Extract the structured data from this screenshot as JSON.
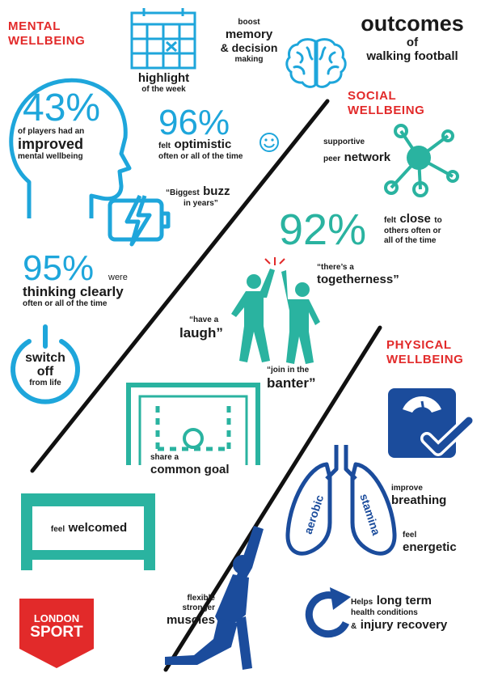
{
  "title": {
    "line1": "outcomes",
    "line2": "of",
    "line3": "walking football"
  },
  "mental": {
    "heading1": "MENTAL",
    "heading2": "WELLBEING",
    "highlight": {
      "line1": "highlight",
      "line2": "of the week"
    },
    "boost": {
      "line1": "boost",
      "line2": "memory",
      "line3": "& decision",
      "line4": "making"
    },
    "improved": {
      "pct": "43%",
      "line1": "of players had an",
      "line2": "improved",
      "line3": "mental wellbeing"
    },
    "optimistic": {
      "pct": "96%",
      "prefix": "felt",
      "word": "optimistic",
      "line2": "often or all of the time"
    },
    "buzz": {
      "pre": "“Biggest",
      "word": "buzz",
      "line2": "in years”"
    },
    "clearly": {
      "pct": "95%",
      "were": "were",
      "line1": "thinking clearly",
      "line2": "often or all of the time"
    },
    "switch": {
      "line1": "switch",
      "line2": "off",
      "line3": "from life"
    }
  },
  "social": {
    "heading1": "SOCIAL",
    "heading2": "WELLBEING",
    "network": {
      "line1": "supportive",
      "pre": "peer",
      "word": "network"
    },
    "close": {
      "pct": "92%",
      "pre": "felt",
      "word": "close",
      "to": "to",
      "line2": "others often or",
      "line3": "all of the time"
    },
    "togetherness": {
      "line1": "“there’s a",
      "line2": "togetherness”"
    },
    "laugh": {
      "line1": "“have a",
      "line2": "laugh”"
    },
    "banter": {
      "line1": "“join in the",
      "line2": "banter”"
    },
    "goal": {
      "line1": "share a",
      "line2": "common goal"
    },
    "welcomed": {
      "pre": "feel",
      "word": "welcomed"
    }
  },
  "physical": {
    "heading1": "PHYSICAL",
    "heading2": "WELLBEING",
    "lung_left": "aerobic",
    "lung_right": "stamina",
    "breathing": {
      "line1": "improve",
      "line2": "breathing"
    },
    "energetic": {
      "line1": "feel",
      "line2": "energetic"
    },
    "muscles": {
      "line1": "flexible",
      "line2": "stronger",
      "line3": "muscles"
    },
    "longterm": {
      "pre": "Helps",
      "word": "long term",
      "line2": "health conditions",
      "amp": "&",
      "line3": "injury recovery"
    }
  },
  "logo": {
    "line1": "LONDON",
    "line2": "SPORT"
  },
  "colors": {
    "mental": "#1ea6db",
    "social": "#2ab3a0",
    "physical": "#1b4c9c",
    "heading": "#e22a2a"
  }
}
